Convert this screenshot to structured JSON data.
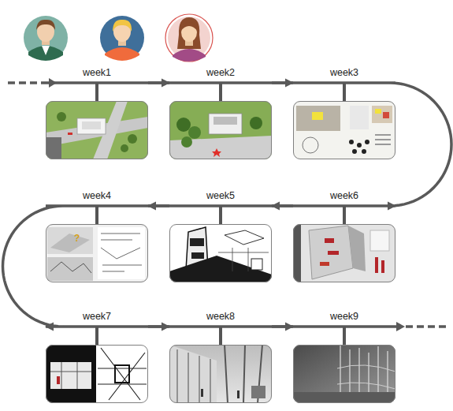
{
  "diagram": {
    "nodes": [
      {
        "text": [
          "week1"
        ]
      },
      {
        "text": [
          "week2"
        ]
      },
      {
        "text": [
          "week3"
        ]
      },
      {
        "text": [
          "week4"
        ]
      },
      {
        "text": [
          "week5"
        ]
      },
      {
        "text": [
          "week6"
        ]
      },
      {
        "text": [
          "week7"
        ]
      },
      {
        "text": [
          "week8"
        ]
      },
      {
        "text": [
          "week9"
        ]
      }
    ],
    "edges": [
      {
        "from": 0,
        "to": 1,
        "arrow": "to"
      },
      {
        "from": 1,
        "to": 2,
        "arrow": "to"
      },
      {
        "from": 2,
        "to": 5,
        "arrow": "to"
      },
      {
        "from": 5,
        "to": 4,
        "arrow": "to"
      },
      {
        "from": 4,
        "to": 3,
        "arrow": "to"
      },
      {
        "from": 3,
        "to": 6,
        "arrow": "to"
      },
      {
        "from": 6,
        "to": 7,
        "arrow": "to"
      },
      {
        "from": 7,
        "to": 8,
        "arrow": "to"
      }
    ]
  }
}
